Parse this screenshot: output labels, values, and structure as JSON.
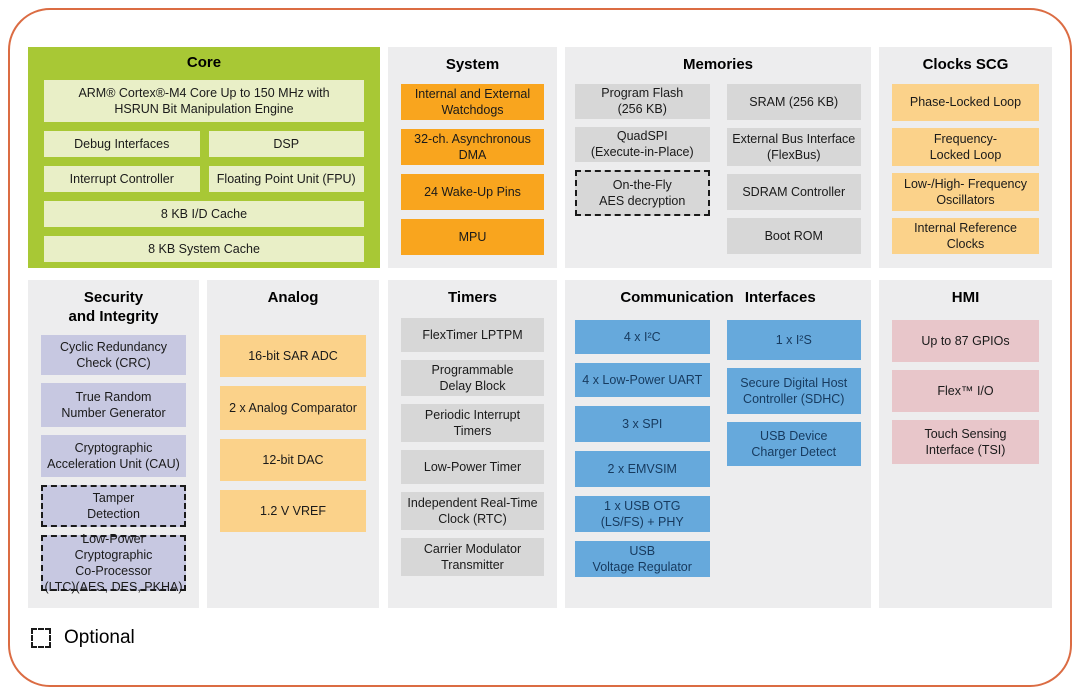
{
  "legend": {
    "label": "Optional"
  },
  "colors": {
    "frame_border": "#db6c43",
    "section_bg": "#ededee",
    "core_bg": "#a8c835",
    "core_block": "#e9efc7",
    "system_block": "#f9a51e",
    "memory_block": "#d7d7d7",
    "clocks_block": "#fbd28a",
    "security_block": "#c7c8e1",
    "analog_block": "#fbd28a",
    "timers_block": "#d7d7d7",
    "comm_block": "#66a9dc",
    "hmi_block": "#e8c6ca"
  },
  "sections": {
    "core": {
      "title": "Core",
      "blocks": [
        {
          "label": "ARM® Cortex®-M4 Core Up to 150 MHz with\nHSRUN Bit Manipulation Engine"
        },
        {
          "label": "Debug Interfaces"
        },
        {
          "label": "DSP"
        },
        {
          "label": "Interrupt Controller"
        },
        {
          "label": "Floating Point Unit (FPU)"
        },
        {
          "label": "8 KB I/D Cache"
        },
        {
          "label": "8 KB System Cache"
        }
      ]
    },
    "system": {
      "title": "System",
      "blocks": [
        {
          "label": "Internal and External\nWatchdogs"
        },
        {
          "label": "32-ch. Asynchronous\nDMA"
        },
        {
          "label": "24 Wake-Up Pins"
        },
        {
          "label": "MPU"
        }
      ]
    },
    "memories": {
      "title": "Memories",
      "left": [
        {
          "label": "Program Flash\n(256 KB)"
        },
        {
          "label": "QuadSPI\n(Execute-in-Place)"
        },
        {
          "label": "On-the-Fly\nAES decryption",
          "optional": true
        }
      ],
      "right": [
        {
          "label": "SRAM (256 KB)"
        },
        {
          "label": "External Bus Interface\n(FlexBus)"
        },
        {
          "label": "SDRAM Controller"
        },
        {
          "label": "Boot ROM"
        }
      ]
    },
    "clocks": {
      "title": "Clocks SCG",
      "blocks": [
        {
          "label": "Phase-Locked Loop"
        },
        {
          "label": "Frequency-\nLocked Loop"
        },
        {
          "label": "Low-/High- Frequency\nOscillators"
        },
        {
          "label": "Internal Reference\nClocks"
        }
      ]
    },
    "security": {
      "title": "Security\nand Integrity",
      "blocks": [
        {
          "label": "Cyclic Redundancy\nCheck (CRC)"
        },
        {
          "label": "True Random\nNumber Generator"
        },
        {
          "label": "Cryptographic\nAcceleration Unit (CAU)"
        },
        {
          "label": "Tamper\nDetection",
          "optional": true
        },
        {
          "label": "Low-Power Cryptographic\nCo-Processor\n(LTC)(AES, DES, PKHA)",
          "optional": true
        }
      ]
    },
    "analog": {
      "title": "Analog",
      "blocks": [
        {
          "label": "16-bit SAR ADC"
        },
        {
          "label": "2 x Analog Comparator"
        },
        {
          "label": "12-bit DAC"
        },
        {
          "label": "1.2 V VREF"
        }
      ]
    },
    "timers": {
      "title": "Timers",
      "blocks": [
        {
          "label": "FlexTimer LPTPM"
        },
        {
          "label": "Programmable\nDelay Block"
        },
        {
          "label": "Periodic Interrupt\nTimers"
        },
        {
          "label": "Low-Power Timer"
        },
        {
          "label": "Independent Real-Time\nClock (RTC)"
        },
        {
          "label": "Carrier Modulator\nTransmitter"
        }
      ]
    },
    "comm": {
      "title": "Communication Interfaces",
      "left": [
        {
          "label": "4 x I²C"
        },
        {
          "label": "4 x Low-Power UART"
        },
        {
          "label": "3 x SPI"
        },
        {
          "label": "2 x EMVSIM"
        },
        {
          "label": "1 x USB OTG\n(LS/FS) + PHY"
        },
        {
          "label": "USB\nVoltage Regulator"
        }
      ],
      "right": [
        {
          "label": "1 x I²S"
        },
        {
          "label": "Secure Digital Host\nController (SDHC)"
        },
        {
          "label": "USB Device\nCharger Detect"
        }
      ]
    },
    "hmi": {
      "title": "HMI",
      "blocks": [
        {
          "label": "Up to 87 GPIOs"
        },
        {
          "label": "Flex™ I/O"
        },
        {
          "label": "Touch Sensing\nInterface (TSI)"
        }
      ]
    }
  }
}
